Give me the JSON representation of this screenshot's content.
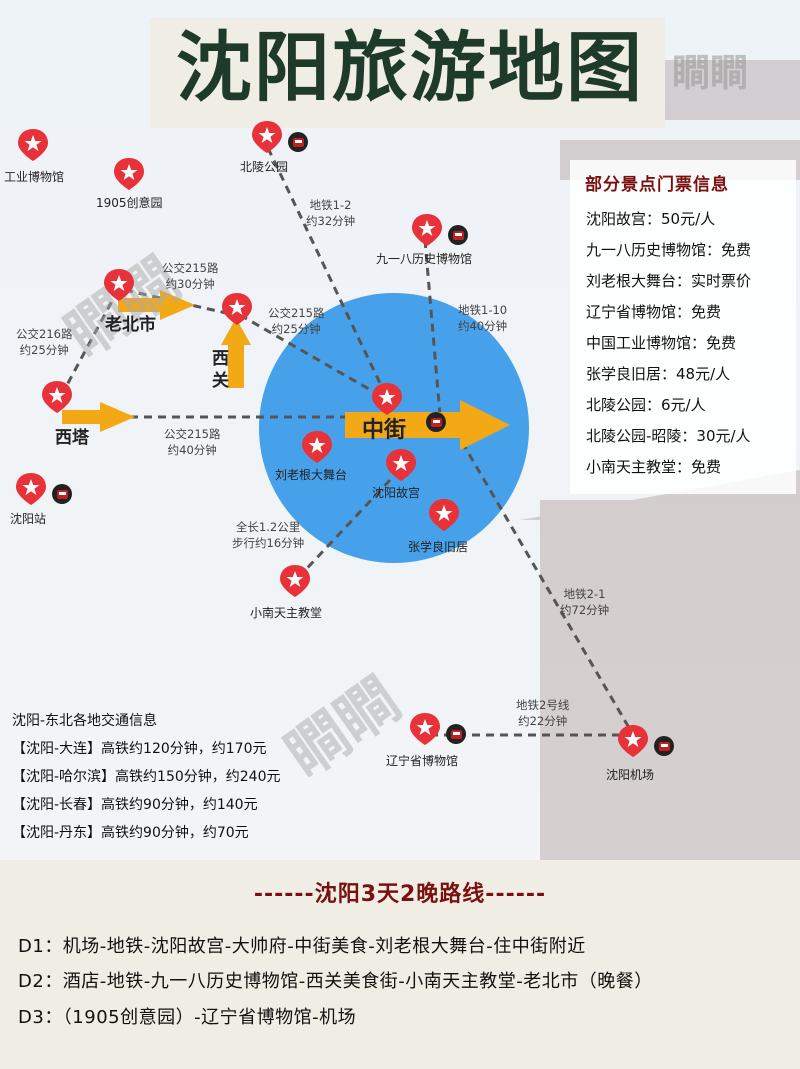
{
  "title": "沈阳旅游地图",
  "watermark": "瞷瞷",
  "colors": {
    "pin": "#e8323a",
    "circle": "#3d9be9",
    "arrow": "#f2a915",
    "title": "#1e3a2b",
    "accent": "#7a1010"
  },
  "places": {
    "industry_museum": "工业博物馆",
    "creative_park": "1905创意园",
    "beiling_park": "北陵公园",
    "sept18_museum": "九一八历史博物馆",
    "laobeishi": "老北市",
    "xiguan": "西关",
    "xita": "西塔",
    "zhongjie": "中街",
    "liulaogen": "刘老根大舞台",
    "imperial_palace": "沈阳故宫",
    "zhangxueliang": "张学良旧居",
    "shenyang_station": "沈阳站",
    "xiaonan_church": "小南天主教堂",
    "liaoning_museum": "辽宁省博物馆",
    "airport": "沈阳机场"
  },
  "routes": {
    "metro1_2": [
      "地铁1-2",
      "约32分钟"
    ],
    "metro1_10": [
      "地铁1-10",
      "约40分钟"
    ],
    "bus215_a": [
      "公交215路",
      "约30分钟"
    ],
    "bus215_b": [
      "公交215路",
      "约25分钟"
    ],
    "bus216": [
      "公交216路",
      "约25分钟"
    ],
    "bus215_c": [
      "公交215路",
      "约40分钟"
    ],
    "walk": [
      "全长1.2公里",
      "步行约16分钟"
    ],
    "metro2_1": [
      "地铁2-1",
      "约72分钟"
    ],
    "metro2": [
      "地铁2号线",
      "约22分钟"
    ]
  },
  "tickets": {
    "title": "部分景点门票信息",
    "items": [
      "沈阳故宫：50元/人",
      "九一八历史博物馆：免费",
      "刘老根大舞台：实时票价",
      "辽宁省博物馆：免费",
      "中国工业博物馆：免费",
      "张学良旧居：48元/人",
      "北陵公园：6元/人",
      "北陵公园-昭陵：30元/人",
      "小南天主教堂：免费"
    ]
  },
  "transport": {
    "title": "沈阳-东北各地交通信息",
    "items": [
      "【沈阳-大连】高铁约120分钟，约170元",
      "【沈阳-哈尔滨】高铁约150分钟，约240元",
      "【沈阳-长春】高铁约90分钟，约140元",
      "【沈阳-丹东】高铁约90分钟，约70元"
    ]
  },
  "itinerary": {
    "title": "------沈阳3天2晚路线------",
    "days": [
      "D1：机场-地铁-沈阳故宫-大帅府-中街美食-刘老根大舞台-住中街附近",
      "D2：酒店-地铁-九一八历史博物馆-西关美食街-小南天主教堂-老北市（晚餐）",
      "D3：（1905创意园）-辽宁省博物馆-机场"
    ]
  }
}
